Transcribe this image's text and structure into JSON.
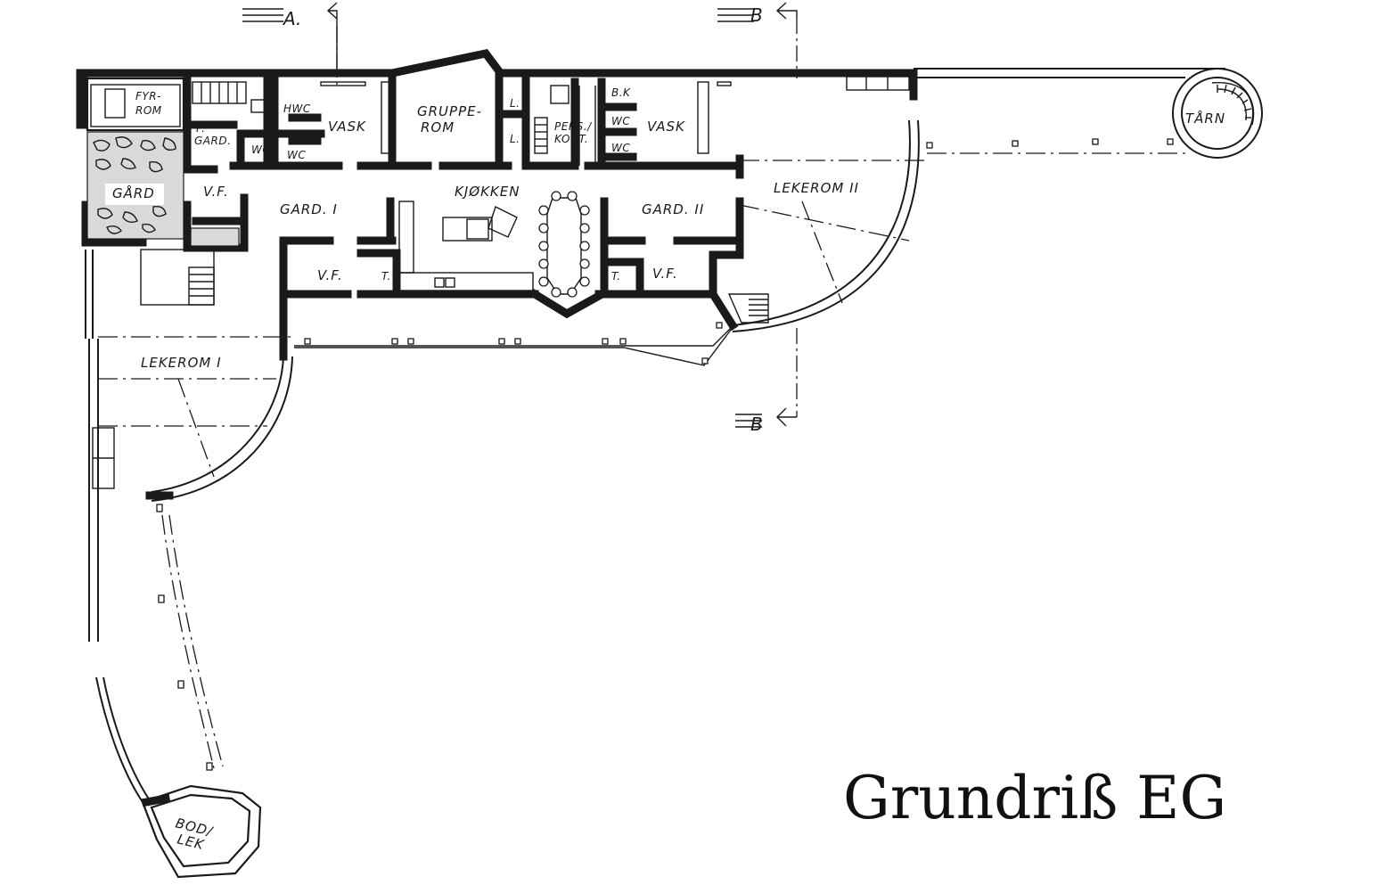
{
  "title": "Grundriß EG",
  "sections": {
    "a_top": "A.",
    "b_top": "B",
    "b_bottom": "B"
  },
  "rooms": {
    "fyrrom": "FYR-\nROM",
    "gard_small": "GÅRD",
    "p_gard": "P.\nGARD.",
    "hwc": "HWC",
    "wc1": "WC",
    "wc2": "WC",
    "vask1": "VASK",
    "grupperom": "GRUPPE-\nROM",
    "l1": "L.",
    "l2": "L.",
    "pers_kont": "PERS./\nKONT.",
    "bk": "B.K",
    "wc3": "WC",
    "wc4": "WC",
    "vask2": "VASK",
    "vf1": "V.F.",
    "gard1": "GARD. I",
    "kjokken": "KJØKKEN",
    "gard2": "GARD. II",
    "lekerom2": "LEKEROM II",
    "vf2": "V.F.",
    "t1": "T.",
    "t2": "T.",
    "vf3": "V.F.",
    "lekerom1": "LEKEROM I",
    "taarn": "TÅRN",
    "bod_lek": "BOD/\nLEK"
  }
}
